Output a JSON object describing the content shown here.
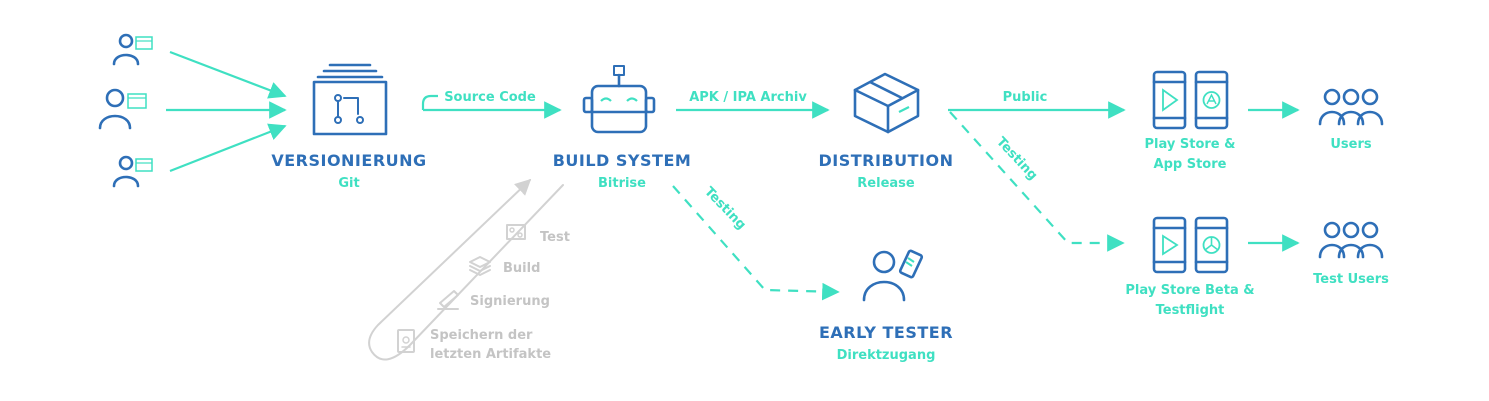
{
  "nodes": {
    "versionierung": {
      "title": "VERSIONIERUNG",
      "subtitle": "Git"
    },
    "build_system": {
      "title": "BUILD SYSTEM",
      "subtitle": "Bitrise"
    },
    "distribution": {
      "title": "DISTRIBUTION",
      "subtitle": "Release"
    },
    "early_tester": {
      "title": "EARLY TESTER",
      "subtitle": "Direktzugang"
    },
    "stores_public": {
      "line1": "Play Store &",
      "line2": "App Store"
    },
    "stores_beta": {
      "line1": "Play Store Beta &",
      "line2": "Testflight"
    },
    "users": {
      "label": "Users"
    },
    "test_users": {
      "label": "Test Users"
    }
  },
  "edges": {
    "source_code": "Source Code",
    "apk_ipa": "APK / IPA Archiv",
    "public": "Public",
    "testing_distribution": "Testing",
    "testing_build": "Testing"
  },
  "build_steps": {
    "test": "Test",
    "build": "Build",
    "signierung": "Signierung",
    "speichern_line1": "Speichern der",
    "speichern_line2": "letzten Artifakte"
  },
  "colors": {
    "primary_blue": "#2e6fb7",
    "accent_teal": "#3fe0c2",
    "muted_grey": "#c4c4c4"
  }
}
